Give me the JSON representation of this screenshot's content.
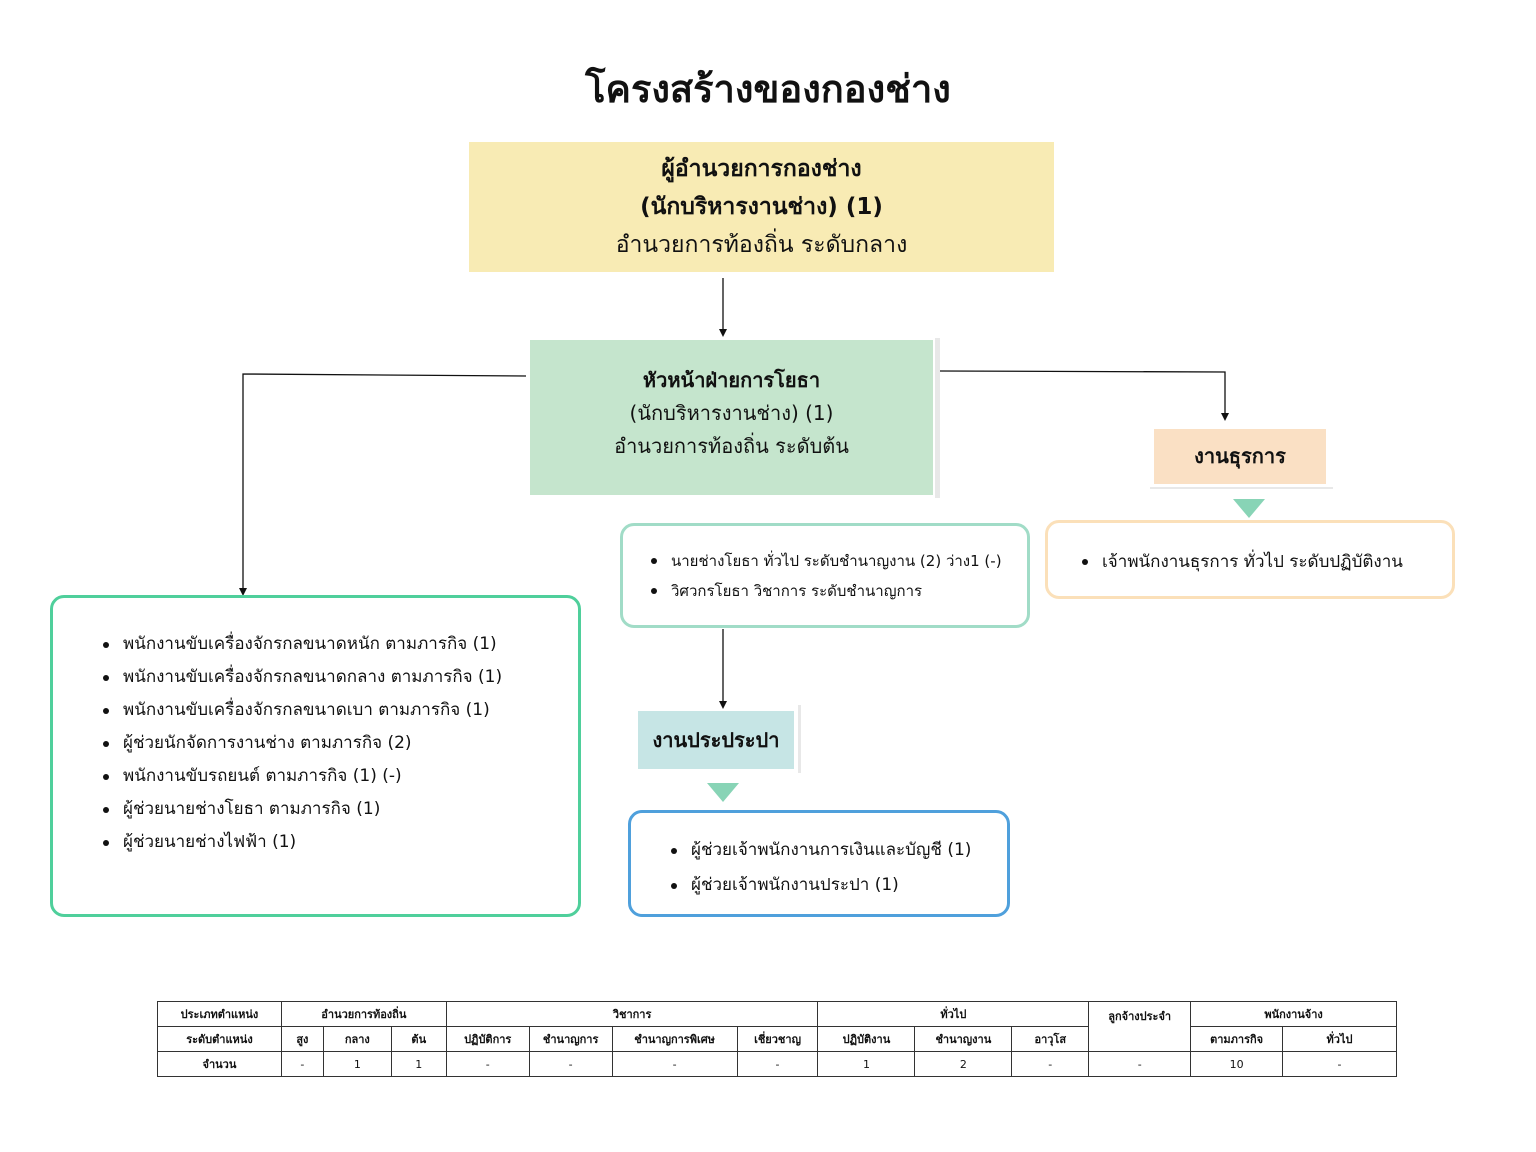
{
  "title": "โครงสร้างของกองช่าง",
  "director": {
    "line1": "ผู้อำนวยการกองช่าง",
    "line2": "(นักบริหารงานช่าง) (1)",
    "line3": "อำนวยการท้องถิ่น ระดับกลาง"
  },
  "head": {
    "line1": "หัวหน้าฝ่ายการโยธา",
    "line2": "(นักบริหารงานช่าง) (1)",
    "line3": "อำนวยการท้องถิ่น ระดับต้น"
  },
  "admin_section": {
    "label": "งานธุรการ",
    "items": [
      "เจ้าพนักงานธุรการ ทั่วไป ระดับปฏิบัติงาน"
    ]
  },
  "works_list": {
    "items": [
      "นายช่างโยธา ทั่วไป ระดับชำนาญงาน (2) ว่าง1 (-)",
      "วิศวกรโยธา วิชาการ ระดับชำนาญการ"
    ]
  },
  "staff_list": {
    "items": [
      "พนักงานขับเครื่องจักรกลขนาดหนัก ตามภารกิจ  (1)",
      "พนักงานขับเครื่องจักรกลขนาดกลาง ตามภารกิจ (1)",
      "พนักงานขับเครื่องจักรกลขนาดเบา ตามภารกิจ (1)",
      "ผู้ช่วยนักจัดการงานช่าง ตามภารกิจ (2)",
      "พนักงานขับรถยนต์ ตามภารกิจ  (1) (-)",
      "ผู้ช่วยนายช่างโยธา ตามภารกิจ  (1)",
      "ผู้ช่วยนายช่างไฟฟ้า (1)"
    ]
  },
  "water_section": {
    "label": "งานประประปา",
    "items": [
      "ผู้ช่วยเจ้าพนักงานการเงินและบัญชี (1)",
      "ผู้ช่วยเจ้าพนักงานประปา (1)"
    ]
  },
  "summary_table": {
    "r1": {
      "type_label": "ประเภทตำแหน่ง",
      "local_admin": "อำนวยการท้องถิ่น",
      "academic": "วิชาการ",
      "general": "ทั่วไป",
      "permanent": "ลูกจ้างประจำ",
      "contract": "พนักงานจ้าง"
    },
    "r2": {
      "level_label": "ระดับตำแหน่ง",
      "levels": [
        "สูง",
        "กลาง",
        "ต้น",
        "ปฏิบัติการ",
        "ชำนาญการ",
        "ชำนาญการพิเศษ",
        "เชี่ยวชาญ",
        "ปฏิบัติงาน",
        "ชำนาญงาน",
        "อาวุโส",
        "ตามภารกิจ",
        "ทั่วไป"
      ]
    },
    "r3": {
      "count_label": "จำนวน",
      "counts": [
        "-",
        "1",
        "1",
        "-",
        "-",
        "-",
        "-",
        "1",
        "2",
        "-",
        "-",
        "10",
        "-"
      ]
    }
  },
  "colors": {
    "director_fill": "#f8ebb4",
    "head_fill": "#c5e5cd",
    "admin_fill": "#fae0c4",
    "water_fill": "#c6e5e5",
    "staff_border": "#4fcf9b",
    "works_border": "#a1dcc7",
    "admin_border": "#fbe0b9",
    "water_border": "#4fa0dc",
    "triangle": "#88d4b6"
  }
}
